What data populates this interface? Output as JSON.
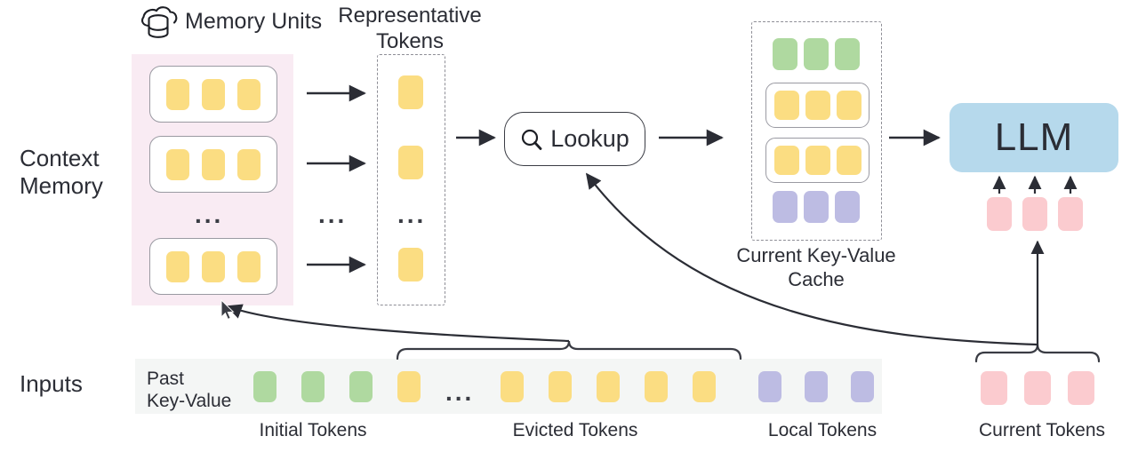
{
  "diagram": {
    "title": "Context Memory LLM inference diagram",
    "row_labels": {
      "context_memory": "Context\nMemory",
      "inputs": "Inputs"
    },
    "memory_units": {
      "label": "Memory Units",
      "icon": "cloud-database-icon",
      "units": [
        {
          "tokens": [
            "yellow",
            "yellow",
            "yellow"
          ]
        },
        {
          "tokens": [
            "yellow",
            "yellow",
            "yellow"
          ]
        },
        {
          "tokens": [
            "yellow",
            "yellow",
            "yellow"
          ]
        }
      ],
      "ellipsis": "...",
      "arrow_ellipsis": "..."
    },
    "representative_tokens": {
      "label": "Representative\nTokens",
      "tokens": [
        "yellow",
        "yellow",
        "yellow"
      ],
      "ellipsis": "..."
    },
    "lookup": {
      "label": "Lookup",
      "icon": "magnifier-icon"
    },
    "kv_cache": {
      "label": "Current Key-Value\nCache",
      "rows": [
        {
          "color": "green",
          "boxed": false,
          "count": 3
        },
        {
          "color": "yellow",
          "boxed": true,
          "count": 3
        },
        {
          "color": "yellow",
          "boxed": true,
          "count": 3
        },
        {
          "color": "purple",
          "boxed": false,
          "count": 3
        }
      ]
    },
    "llm": {
      "label": "LLM"
    },
    "current_tokens_into_llm": {
      "tokens": [
        "pink",
        "pink",
        "pink"
      ]
    },
    "inputs": {
      "past_key_value_label": "Past\nKey-Value",
      "sequence": [
        {
          "color": "green"
        },
        {
          "color": "green"
        },
        {
          "color": "green"
        },
        {
          "color": "yellow"
        },
        {
          "ellipsis": "..."
        },
        {
          "color": "yellow"
        },
        {
          "color": "yellow"
        },
        {
          "color": "yellow"
        },
        {
          "color": "yellow"
        },
        {
          "color": "yellow"
        },
        {
          "color": "purple"
        },
        {
          "color": "purple"
        },
        {
          "color": "purple"
        }
      ],
      "current_tokens": [
        "pink",
        "pink",
        "pink"
      ],
      "group_labels": {
        "initial": "Initial Tokens",
        "evicted": "Evicted Tokens",
        "local": "Local Tokens",
        "current": "Current Tokens"
      }
    },
    "colors": {
      "yellow": "#FBDD82",
      "green": "#AFD9A0",
      "purple": "#BDBCE3",
      "pink": "#FBCBCF",
      "llm_blue": "#B6D9EC",
      "context_bg": "#F9EBF3",
      "inputs_bg": "#F4F6F5",
      "stroke": "#3a3c44"
    }
  }
}
